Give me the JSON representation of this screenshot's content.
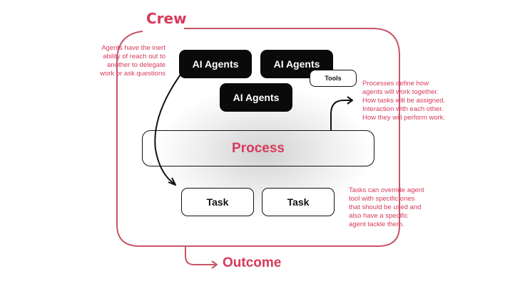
{
  "crew": {
    "title": "Crew"
  },
  "agents": [
    {
      "label": "AI Agents"
    },
    {
      "label": "AI Agents"
    },
    {
      "label": "AI Agents"
    }
  ],
  "tools": {
    "label": "Tools"
  },
  "process": {
    "label": "Process"
  },
  "tasks": [
    {
      "label": "Task"
    },
    {
      "label": "Task"
    }
  ],
  "outcome": {
    "label": "Outcome"
  },
  "notes": {
    "agents": [
      "Agents have the inert",
      "ability of reach out to",
      "another to delegate",
      "work or ask questions"
    ],
    "process": [
      "Processes define how",
      "agents will work together.",
      "How tasks will be assigned.",
      "Interaction with each other.",
      "How they will perform work."
    ],
    "tasks": [
      "Tasks can override agent",
      "tool with specific ones",
      "that should be used and",
      "also have a specific",
      "agent tackle them."
    ]
  },
  "colors": {
    "accent": "#d63a5a",
    "box_dark": "#0a0a0a",
    "outline": "#111111"
  }
}
